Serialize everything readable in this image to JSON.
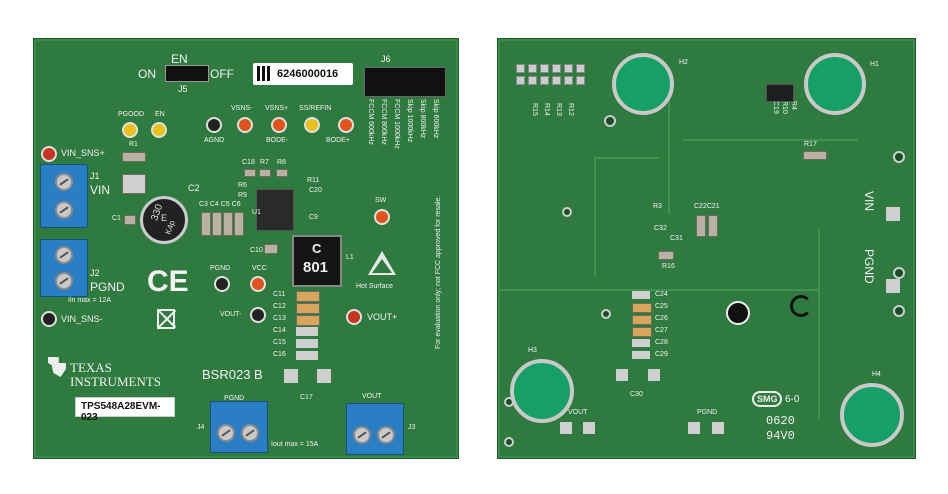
{
  "front": {
    "jumper_label": "EN",
    "jumper_on": "ON",
    "jumper_off": "OFF",
    "jumper_ref": "J5",
    "serial": "6246000016",
    "header_ref": "J6",
    "header_modes": [
      "FCCM 600kHz",
      "FCCM 800kHz",
      "FCCM 1000kHz",
      "Skip 1000kHz",
      "Skip 800kHz",
      "Skip 600kHz"
    ],
    "tp_pgood": "PGOOD",
    "tp_en": "EN",
    "tp_agnd": "AGND",
    "tp_vsns_minus": "VSNS-",
    "tp_vsns_plus": "VSNS+",
    "tp_ss_refin": "SS/REFIN",
    "tp_bode_minus": "BODE-",
    "tp_bode_plus": "BODE+",
    "vin_sns_plus": "VIN_SNS+",
    "vin_sns_minus": "VIN_SNS-",
    "j1": "J1",
    "j1_label": "VIN",
    "j2": "J2",
    "j2_label": "PGND",
    "iin_max": "Iin max = 12A",
    "r1": "R1",
    "c1": "C1",
    "c2": "C2",
    "cap_marking_1": "330",
    "cap_marking_2": "E",
    "cap_marking_3": "K4p",
    "c3c4c5c6": "C3 C4 C5 C6",
    "c18": "C18",
    "r7": "R7",
    "r8": "R8",
    "r6": "R6",
    "r9": "R9",
    "r11": "R11",
    "c20": "C20",
    "c9": "C9",
    "c10": "C10",
    "u1": "U1",
    "sw": "SW",
    "inductor_marking_1": "C",
    "inductor_marking_2": "801",
    "l1": "L1",
    "hot_surface": "Hot Surface",
    "ce": "CE",
    "tp_pgnd": "PGND",
    "tp_vcc": "VCC",
    "vout_minus": "VOUT-",
    "vout_plus": "VOUT+",
    "cap_stack": [
      "C11",
      "C12",
      "C13",
      "C14",
      "C15",
      "C16"
    ],
    "eval_note": "For evaluation only; not FCC approved for resale.",
    "ti_line1": "TEXAS",
    "ti_line2": "INSTRUMENTS",
    "rev": "BSR023 B",
    "part": "TPS548A28EVM-023",
    "j4": "J4",
    "j4_label": "PGND",
    "j3": "J3",
    "j3_label": "VOUT",
    "c17": "C17",
    "iout_max": "Iout max = 15A"
  },
  "back": {
    "h1": "H1",
    "h2": "H2",
    "h3": "H3",
    "h4": "H4",
    "resistors_left": [
      "R15",
      "R14",
      "R13",
      "R12"
    ],
    "r4": "R4",
    "r10": "R10",
    "c19": "C19",
    "r17": "R17",
    "vin": "VIN",
    "pgnd_right": "PGND",
    "r3": "R3",
    "c22c21": "C22C21",
    "c32": "C32",
    "c31": "C31",
    "r16": "R16",
    "cap_stack": [
      "C24",
      "C25",
      "C26",
      "C27",
      "C28",
      "C29"
    ],
    "c30": "C30",
    "vout": "VOUT",
    "pgnd_bottom": "PGND",
    "maker": "SMG",
    "maker_suffix": "6-0",
    "date_code": "0620",
    "ul_rating": "94V0"
  },
  "colors": {
    "board_green": "#2f7a3e",
    "terminal_blue": "#2a7fc4",
    "testpoint_yellow": "#e8c21a",
    "testpoint_orange": "#e2521c",
    "mount_pad_green": "#17a065"
  }
}
